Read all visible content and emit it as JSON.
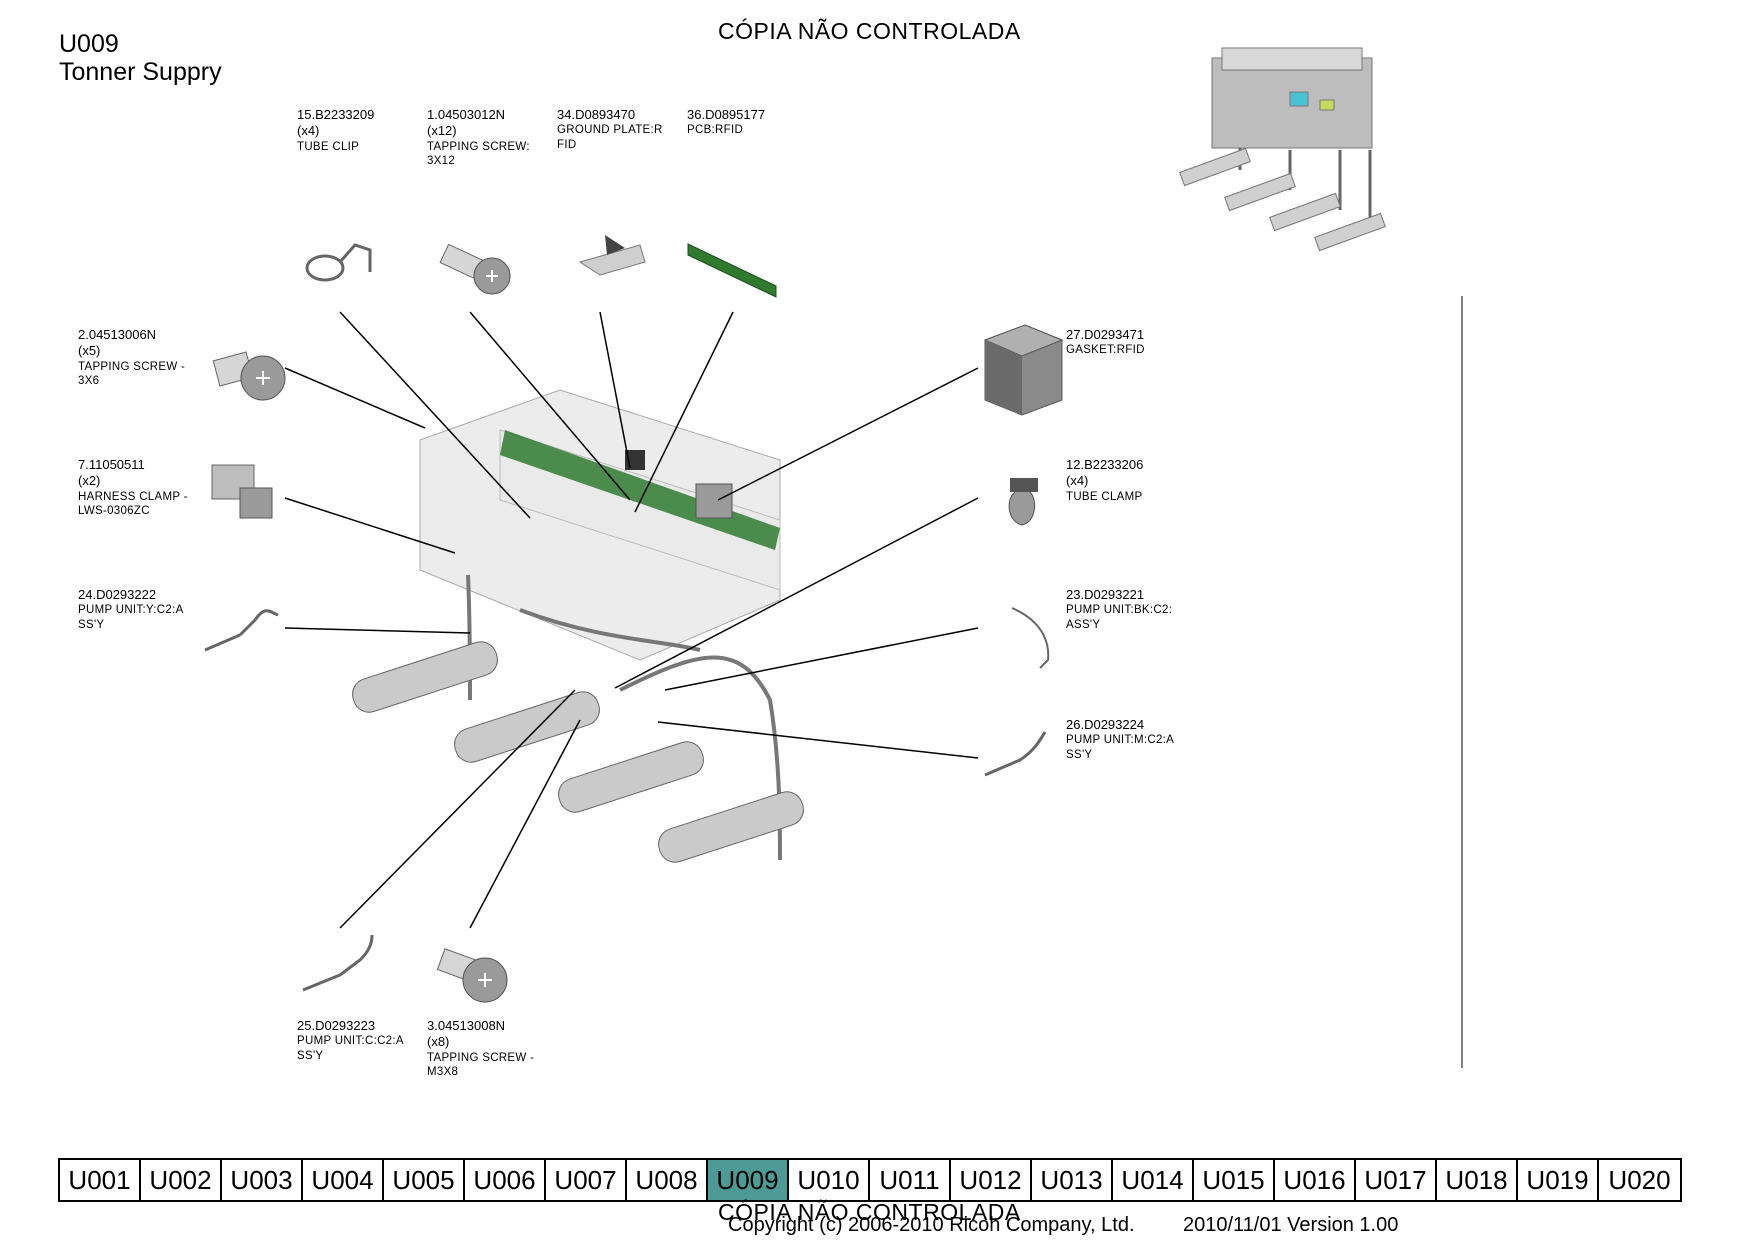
{
  "watermark": "CÓPIA NÃO CONTROLADA",
  "page": {
    "code": "U009",
    "title": "Tonner Suppry"
  },
  "parts": [
    {
      "id": "p15",
      "number": "15.B2233209",
      "qty": "(x4)",
      "desc": "TUBE CLIP"
    },
    {
      "id": "p1",
      "number": "1.04503012N",
      "qty": "(x12)",
      "desc": "TAPPING SCREW:\n3X12"
    },
    {
      "id": "p34",
      "number": "34.D0893470",
      "qty": "",
      "desc": "GROUND PLATE:R\nFID"
    },
    {
      "id": "p36",
      "number": "36.D0895177",
      "qty": "",
      "desc": "PCB:RFID"
    },
    {
      "id": "p2",
      "number": "2.04513006N",
      "qty": "(x5)",
      "desc": "TAPPING SCREW -\n 3X6"
    },
    {
      "id": "p7",
      "number": "7.11050511",
      "qty": "(x2)",
      "desc": "HARNESS CLAMP -\n LWS-0306ZC"
    },
    {
      "id": "p24",
      "number": "24.D0293222",
      "qty": "",
      "desc": "PUMP UNIT:Y:C2:A\nSS'Y"
    },
    {
      "id": "p27",
      "number": "27.D0293471",
      "qty": "",
      "desc": "GASKET:RFID"
    },
    {
      "id": "p12",
      "number": "12.B2233206",
      "qty": "(x4)",
      "desc": "TUBE CLAMP"
    },
    {
      "id": "p23",
      "number": "23.D0293221",
      "qty": "",
      "desc": "PUMP UNIT:BK:C2:\nASS'Y"
    },
    {
      "id": "p26",
      "number": "26.D0293224",
      "qty": "",
      "desc": "PUMP UNIT:M:C2:A\nSS'Y"
    },
    {
      "id": "p25",
      "number": "25.D0293223",
      "qty": "",
      "desc": "PUMP UNIT:C:C2:A\nSS'Y"
    },
    {
      "id": "p3",
      "number": "3.04513008N",
      "qty": "(x8)",
      "desc": "TAPPING SCREW -\n M3X8"
    }
  ],
  "nav": {
    "tabs": [
      "U001",
      "U002",
      "U003",
      "U004",
      "U005",
      "U006",
      "U007",
      "U008",
      "U009",
      "U010",
      "U011",
      "U012",
      "U013",
      "U014",
      "U015",
      "U016",
      "U017",
      "U018",
      "U019",
      "U020"
    ],
    "active": "U009"
  },
  "footer": {
    "copyright": "Copyright (c) 2006-2010 Ricoh Company, Ltd.",
    "version": "2010/11/01 Version 1.00"
  },
  "colors": {
    "active_tab": "#4d9a97",
    "pcb_green": "#2f7a2f"
  }
}
